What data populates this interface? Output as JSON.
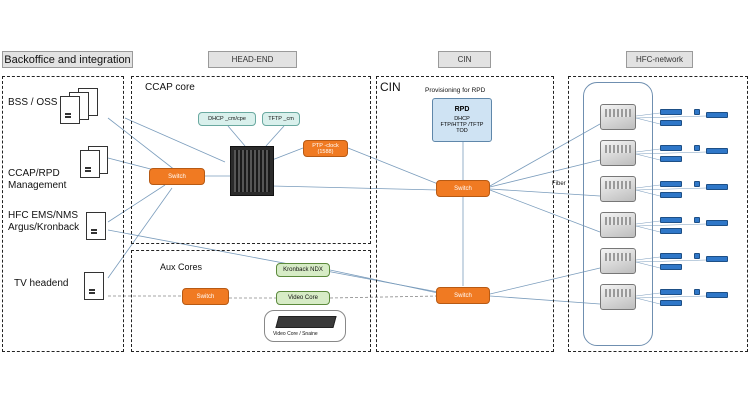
{
  "headers": {
    "backoffice": "Backoffice and integration",
    "headend": "HEAD-END",
    "cin": "CIN",
    "hfc": "HFC-network"
  },
  "backoffice_items": [
    "BSS / OSS",
    "CCAP/RPD\nManagement",
    "HFC EMS/NMS\nArgus/Kronback",
    "TV headend"
  ],
  "ccap": {
    "title": "CCAP core",
    "dhcp": "DHCP _cm/cpe",
    "tftp": "TFTP _cm",
    "ptp": "PTP -clock\n(1588)",
    "switch": "Switch"
  },
  "aux": {
    "title": "Aux Cores",
    "kronback": "Kronback NDX",
    "video_core": "Video Core",
    "switch": "Switch",
    "video_caption": "Video Core / Snaine"
  },
  "cin_region": {
    "title": "CIN",
    "provisioning": "Provisioning for RPD",
    "rpd_title": "RPD",
    "rpd_lines": [
      "DHCP",
      "FTP/HTTP /TFTP",
      "TOD"
    ],
    "switch_top": "Switch",
    "switch_bottom": "Switch"
  },
  "fiber_label": "Fiber",
  "colors": {
    "switch": "#f07a22",
    "green": "#d7ecc6",
    "teal": "#d9f0ec",
    "blue": "#cfe3f3",
    "chip": "#2f77c8"
  }
}
